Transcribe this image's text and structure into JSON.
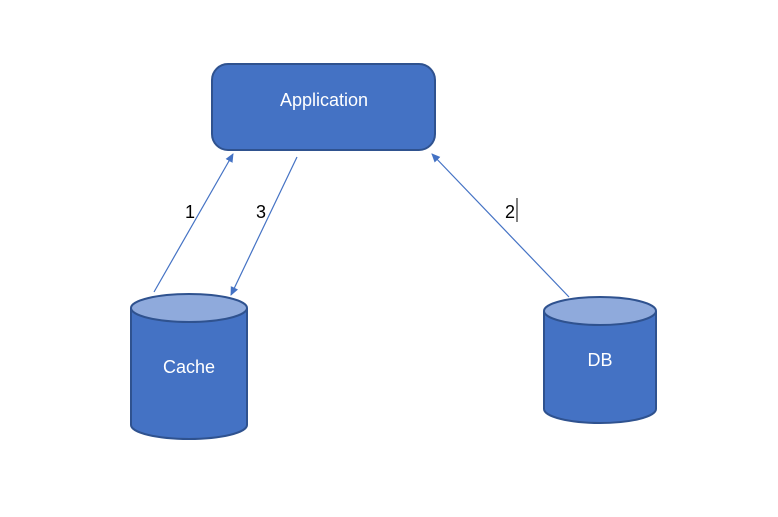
{
  "nodes": {
    "application": {
      "label": "Application"
    },
    "cache": {
      "label": "Cache"
    },
    "db": {
      "label": "DB"
    }
  },
  "edges": {
    "cache_to_app": {
      "label": "1"
    },
    "db_to_app": {
      "label": "2"
    },
    "app_to_cache": {
      "label": "3"
    }
  },
  "colors": {
    "shape_fill": "#4472C4",
    "shape_stroke": "#2F528F",
    "cylinder_top": "#8FAADC",
    "arrow": "#4472C4",
    "label_text": "#FFFFFF",
    "edge_text": "#000000",
    "background": "#FFFFFF"
  }
}
